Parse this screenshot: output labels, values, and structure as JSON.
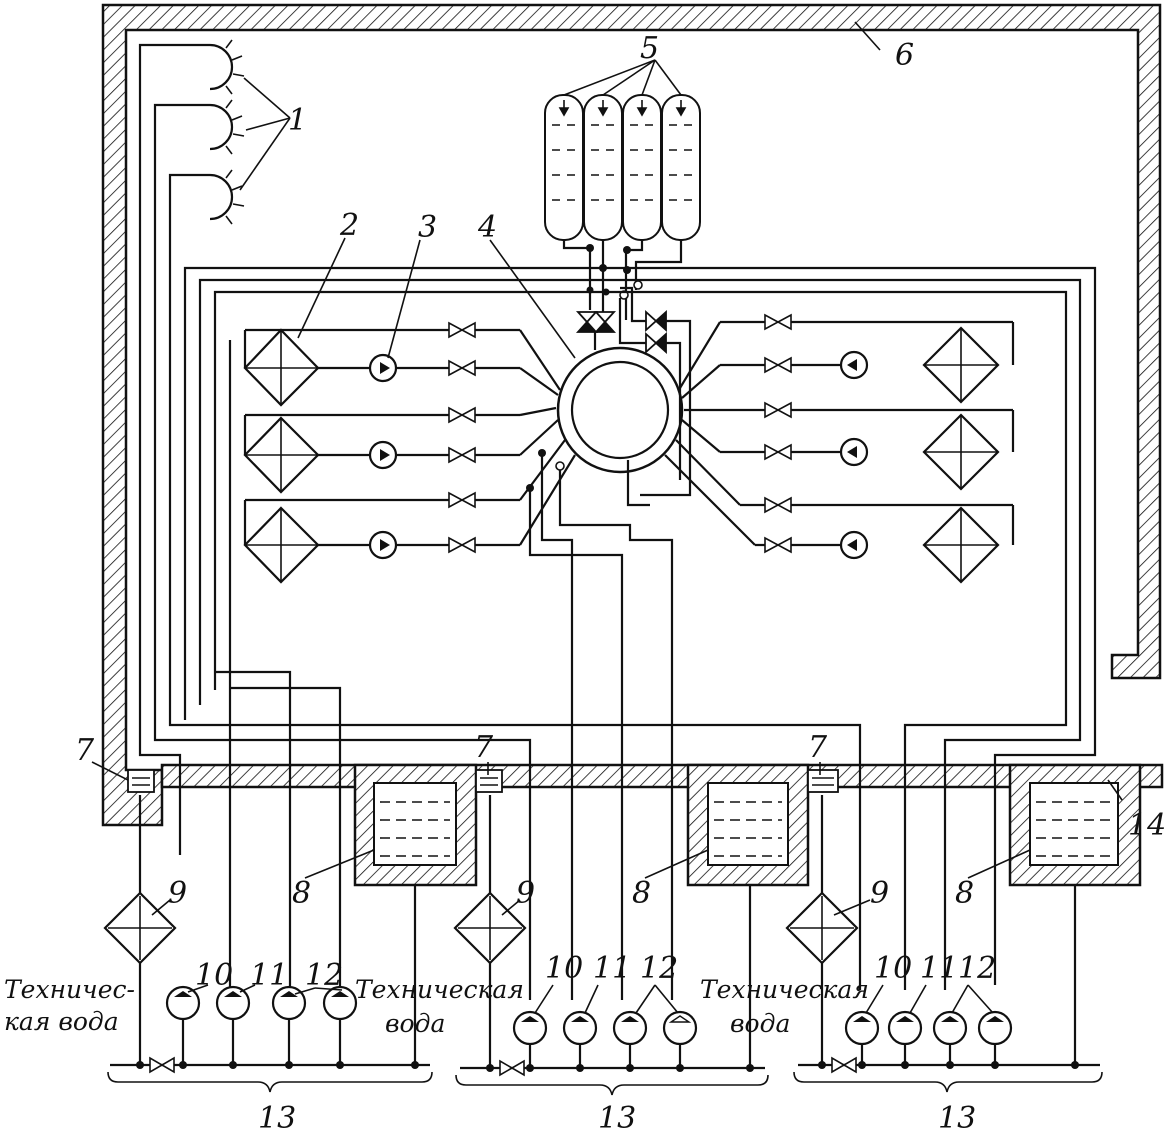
{
  "labels": {
    "n1": "1",
    "n2": "2",
    "n3": "3",
    "n4": "4",
    "n5": "5",
    "n6": "6",
    "n14": "14",
    "n7": "7",
    "n8": "8",
    "n9": "9",
    "n10": "10",
    "n11": "11",
    "n12": "12",
    "n13": "13"
  },
  "notes": {
    "tech_water_left_1": "Техничес-",
    "tech_water_left_2": "кая вода",
    "tech_water_1": "Техническая",
    "tech_water_2": "вода"
  },
  "colors": {
    "ink": "#111111",
    "paper": "#ffffff"
  }
}
